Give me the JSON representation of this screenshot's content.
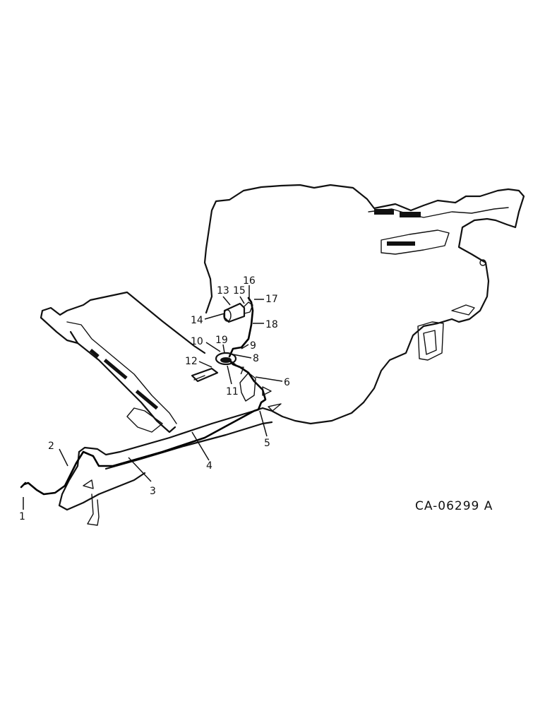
{
  "diagram": {
    "drawing_number": "CA-06299 A",
    "callouts": [
      {
        "label": "1"
      },
      {
        "label": "2"
      },
      {
        "label": "3"
      },
      {
        "label": "4"
      },
      {
        "label": "5"
      },
      {
        "label": "6"
      },
      {
        "label": "7"
      },
      {
        "label": "8"
      },
      {
        "label": "9"
      },
      {
        "label": "10"
      },
      {
        "label": "11"
      },
      {
        "label": "12"
      },
      {
        "label": "13"
      },
      {
        "label": "14"
      },
      {
        "label": "15"
      },
      {
        "label": "16"
      },
      {
        "label": "17"
      },
      {
        "label": "18"
      },
      {
        "label": "19"
      }
    ]
  }
}
